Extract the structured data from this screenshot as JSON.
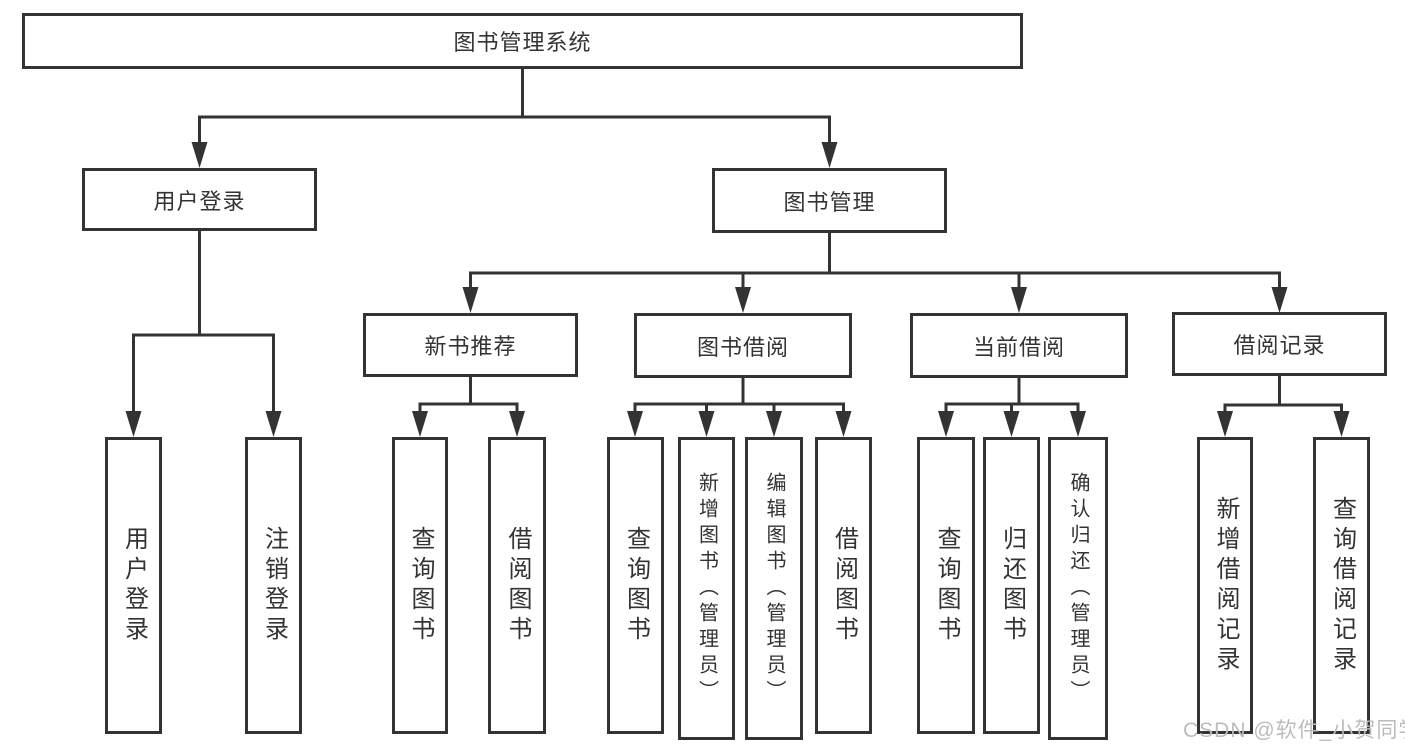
{
  "diagram": {
    "root": "图书管理系统",
    "user_login": {
      "label": "用户登录",
      "children": {
        "login": "用户登录",
        "logout": "注销登录"
      }
    },
    "book_mgmt": {
      "label": "图书管理",
      "children": {
        "new_book_rec": {
          "label": "新书推荐",
          "children": {
            "query": "查询图书",
            "borrow": "借阅图书"
          }
        },
        "book_borrow": {
          "label": "图书借阅",
          "children": {
            "query": "查询图书",
            "add": "新增图书（管理员）",
            "edit": "编辑图书（管理员）",
            "borrow": "借阅图书"
          }
        },
        "current_borrow": {
          "label": "当前借阅",
          "children": {
            "query": "查询图书",
            "return": "归还图书",
            "confirm": "确认归还（管理员）"
          }
        },
        "borrow_records": {
          "label": "借阅记录",
          "children": {
            "add": "新增借阅记录",
            "query": "查询借阅记录"
          }
        }
      }
    }
  },
  "watermark": {
    "text": "CSDN @软件_小贺同学"
  },
  "colors": {
    "line": "#333333",
    "text": "#333333",
    "watermark": "#bcbcbc"
  }
}
